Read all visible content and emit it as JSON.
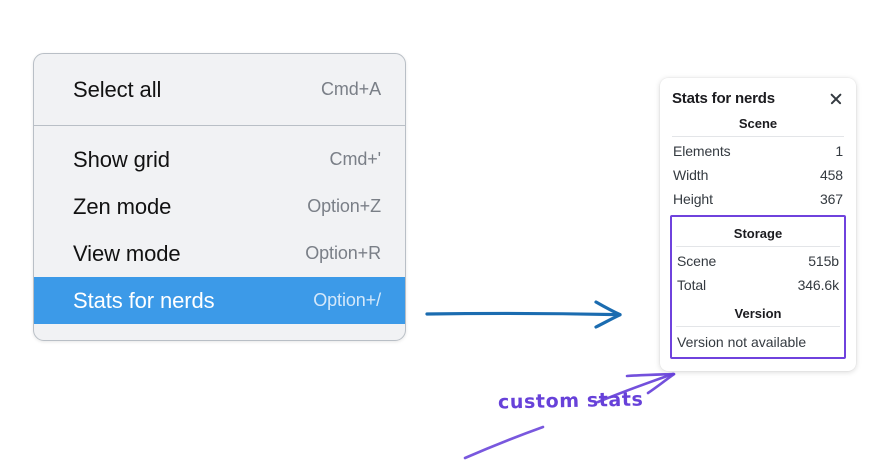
{
  "context_menu": {
    "groups": [
      {
        "items": [
          {
            "label": "Select all",
            "shortcut": "Cmd+A",
            "selected": false
          }
        ]
      },
      {
        "items": [
          {
            "label": "Show grid",
            "shortcut": "Cmd+'",
            "selected": false
          },
          {
            "label": "Zen mode",
            "shortcut": "Option+Z",
            "selected": false
          },
          {
            "label": "View mode",
            "shortcut": "Option+R",
            "selected": false
          },
          {
            "label": "Stats for nerds",
            "shortcut": "Option+/",
            "selected": true
          }
        ]
      }
    ]
  },
  "stats_panel": {
    "title": "Stats for nerds",
    "close_icon": "close-icon",
    "scene": {
      "heading": "Scene",
      "rows": [
        {
          "key": "Elements",
          "value": "1"
        },
        {
          "key": "Width",
          "value": "458"
        },
        {
          "key": "Height",
          "value": "367"
        }
      ]
    },
    "storage": {
      "heading": "Storage",
      "rows": [
        {
          "key": "Scene",
          "value": "515b"
        },
        {
          "key": "Total",
          "value": "346.6k"
        }
      ]
    },
    "version": {
      "heading": "Version",
      "text": "Version not available"
    }
  },
  "annotations": {
    "handwritten_label": "custom stats",
    "blue_arrow": "arrow-menu-to-panel",
    "purple_arrow": "arrow-label-to-version",
    "purple_underline": "underline-stroke"
  },
  "colors": {
    "menu_background": "#f1f2f4",
    "menu_border": "#b9bfc6",
    "menu_highlight": "#3c9ae8",
    "menu_label": "#121212",
    "menu_shortcut": "#7a7f87",
    "panel_background": "#ffffff",
    "panel_text": "#343a40",
    "highlight_box": "#6f42dd",
    "annotation_purple": "#6741d9",
    "annotation_blue": "#1b6cb0"
  }
}
